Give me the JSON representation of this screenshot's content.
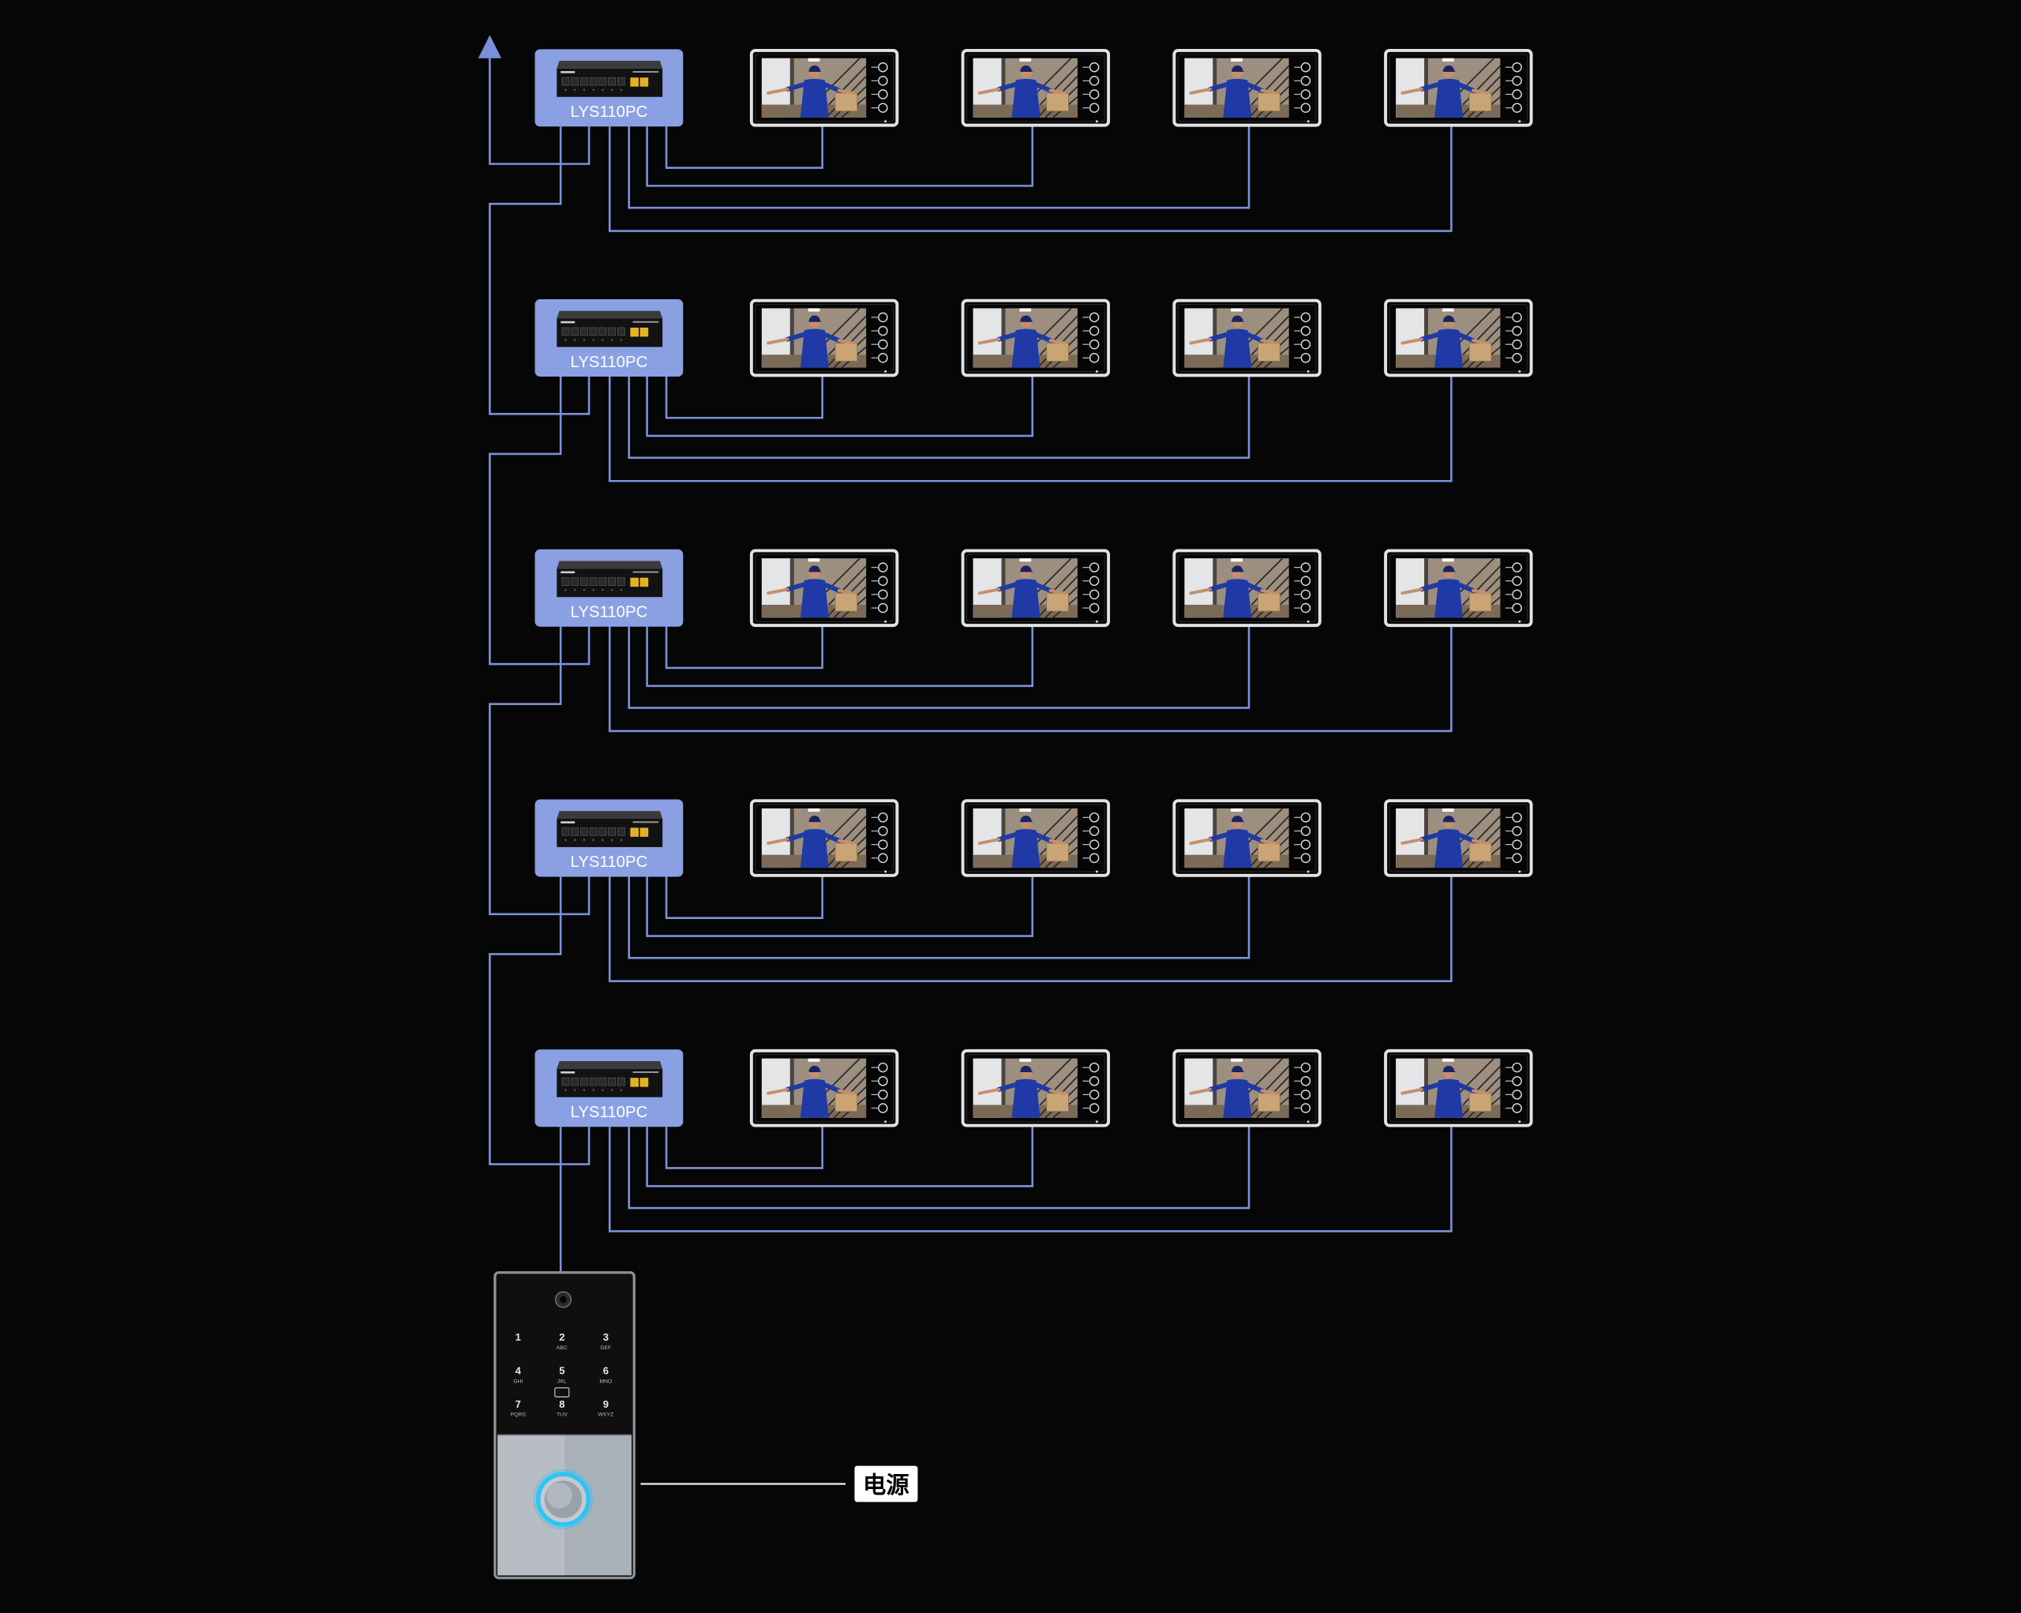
{
  "rows": [
    {
      "switch": {
        "label": "LYS110PC",
        "icon": "poe-switch-icon"
      },
      "monitors": [
        {
          "icon": "indoor-monitor-icon"
        },
        {
          "icon": "indoor-monitor-icon"
        },
        {
          "icon": "indoor-monitor-icon"
        },
        {
          "icon": "indoor-monitor-icon"
        }
      ]
    },
    {
      "switch": {
        "label": "LYS110PC",
        "icon": "poe-switch-icon"
      },
      "monitors": [
        {
          "icon": "indoor-monitor-icon"
        },
        {
          "icon": "indoor-monitor-icon"
        },
        {
          "icon": "indoor-monitor-icon"
        },
        {
          "icon": "indoor-monitor-icon"
        }
      ]
    },
    {
      "switch": {
        "label": "LYS110PC",
        "icon": "poe-switch-icon"
      },
      "monitors": [
        {
          "icon": "indoor-monitor-icon"
        },
        {
          "icon": "indoor-monitor-icon"
        },
        {
          "icon": "indoor-monitor-icon"
        },
        {
          "icon": "indoor-monitor-icon"
        }
      ]
    },
    {
      "switch": {
        "label": "LYS110PC",
        "icon": "poe-switch-icon"
      },
      "monitors": [
        {
          "icon": "indoor-monitor-icon"
        },
        {
          "icon": "indoor-monitor-icon"
        },
        {
          "icon": "indoor-monitor-icon"
        },
        {
          "icon": "indoor-monitor-icon"
        }
      ]
    },
    {
      "switch": {
        "label": "LYS110PC",
        "icon": "poe-switch-icon"
      },
      "monitors": [
        {
          "icon": "indoor-monitor-icon"
        },
        {
          "icon": "indoor-monitor-icon"
        },
        {
          "icon": "indoor-monitor-icon"
        },
        {
          "icon": "indoor-monitor-icon"
        }
      ]
    }
  ],
  "monitor_buttons": [
    "unlock-icon",
    "talk-icon",
    "monitor-icon",
    "menu-icon"
  ],
  "uplink": {
    "icon": "arrow-up-icon"
  },
  "door_station": {
    "icon": "door-station-icon",
    "keypad": [
      {
        "digit": "1"
      },
      {
        "digit": "2",
        "letters": "ABC"
      },
      {
        "digit": "3",
        "letters": "DEF"
      },
      {
        "digit": "4",
        "letters": "GHI"
      },
      {
        "digit": "5",
        "letters": "JKL"
      },
      {
        "digit": "6",
        "letters": "MNO"
      },
      {
        "digit": "7",
        "letters": "PQRS"
      },
      {
        "digit": "8",
        "letters": "TUV"
      },
      {
        "digit": "9",
        "letters": "WXYZ"
      }
    ],
    "power_label": "电源"
  },
  "colors": {
    "background": "#060606",
    "wire": "#7b90d8",
    "switch_box": "#8aa0e3",
    "monitor_frame": "#e2e2e2",
    "uplink_port": "#e5b223",
    "shirt": "#1f3aa6",
    "ring_glow": "#2cc4f7",
    "label_bg": "#ffffff"
  }
}
